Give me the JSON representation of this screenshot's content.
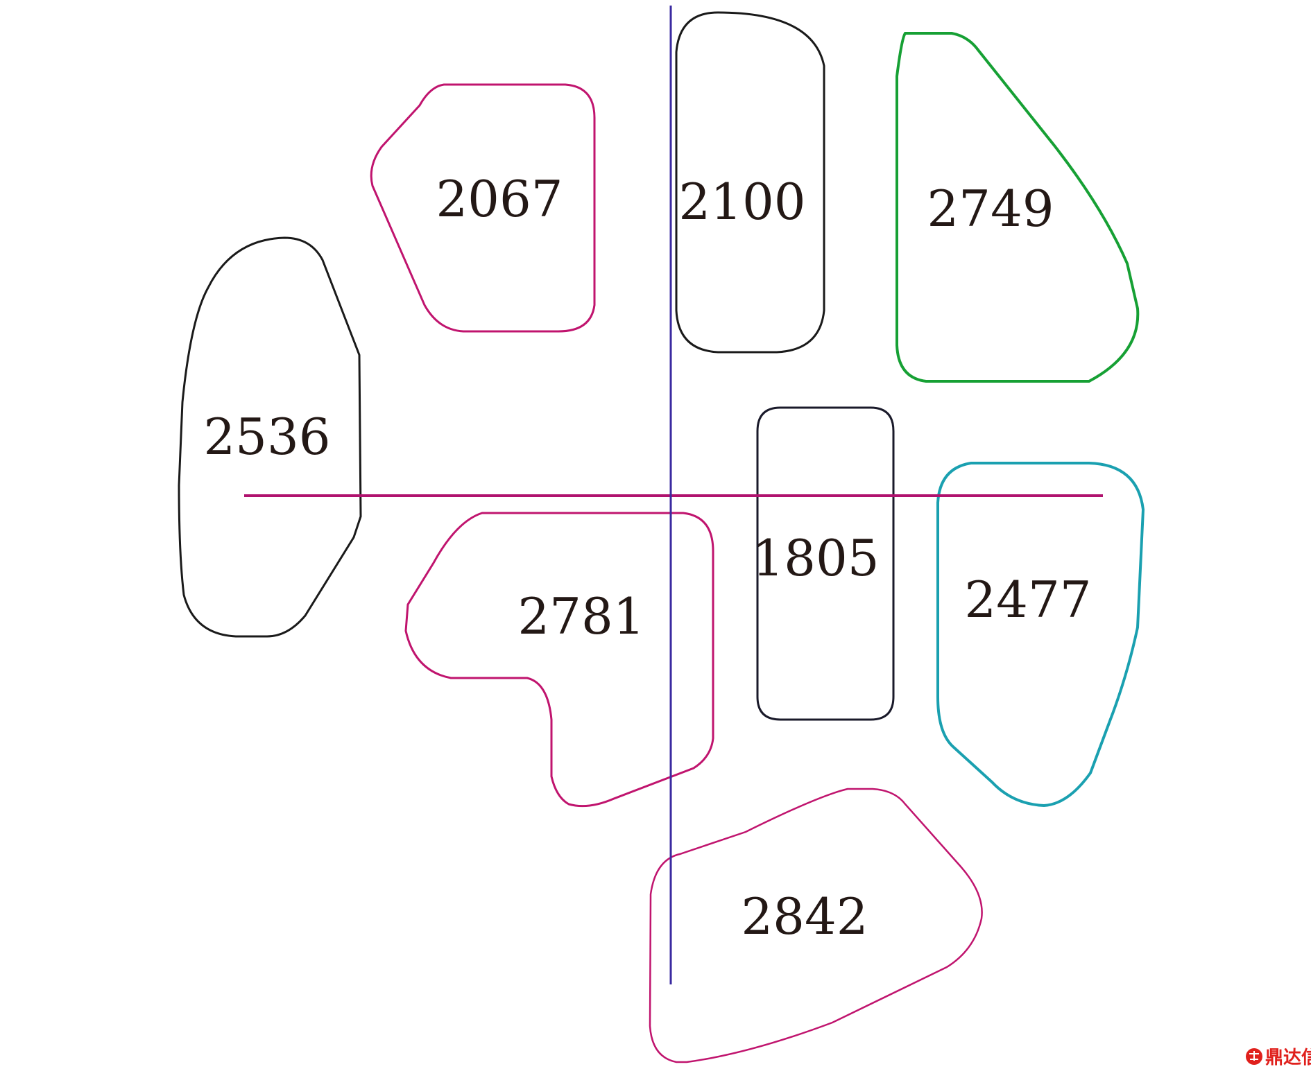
{
  "regions": [
    {
      "label": "2067",
      "color": "#c0146e"
    },
    {
      "label": "2100",
      "color": "#1a1a1a"
    },
    {
      "label": "2749",
      "color": "#16a034"
    },
    {
      "label": "2536",
      "color": "#1a1a1a"
    },
    {
      "label": "1805",
      "color": "#1a1a2a"
    },
    {
      "label": "2781",
      "color": "#c0146e"
    },
    {
      "label": "2477",
      "color": "#1aa0b0"
    },
    {
      "label": "2842",
      "color": "#c0146e"
    }
  ],
  "axes": {
    "horizontal_color": "#b0126e",
    "vertical_color": "#3a2aa0"
  },
  "watermark": {
    "text": "鼎达信",
    "color": "#e0201c"
  }
}
